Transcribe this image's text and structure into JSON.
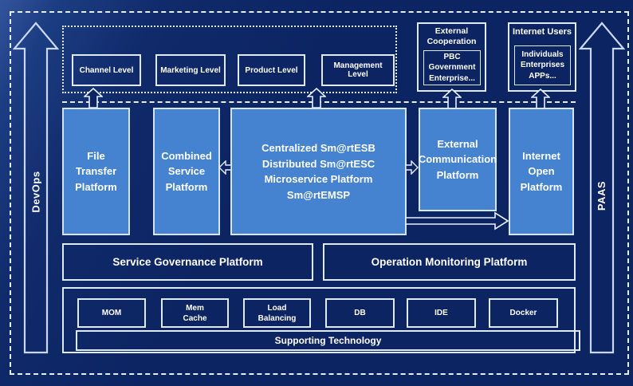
{
  "diagram": {
    "side_arrows": {
      "left_label": "DevOps",
      "right_label": "PAAS"
    },
    "levels": [
      "Channel Level",
      "Marketing Level",
      "Product Level",
      "Management Level"
    ],
    "external_cooperation": {
      "title": "External\nCooperation",
      "inner": "PBC Government\nEnterprise..."
    },
    "internet_users": {
      "title": "Internet Users",
      "inner": "Individuals\nEnterprises\nAPPs..."
    },
    "platforms": {
      "file_transfer": "File\nTransfer\nPlatform",
      "combined_service": "Combined\nService\nPlatform",
      "central": "Centralized Sm@rtESB\nDistributed Sm@rtESC\nMicroservice Platform Sm@rtEMSP",
      "external_communication": "External\nCommunication\nPlatform",
      "internet_open": "Internet\nOpen\nPlatform"
    },
    "governance": {
      "service": "Service Governance Platform",
      "operation": "Operation Monitoring Platform"
    },
    "supporting": {
      "technologies": [
        "MOM",
        "Mem\nCache",
        "Load\nBalancing",
        "DB",
        "IDE",
        "Docker"
      ],
      "bar": "Supporting Technology"
    },
    "colors": {
      "background": "#0c2462",
      "panel_blue": "#4583d1",
      "outline": "#dfe9f8"
    }
  }
}
